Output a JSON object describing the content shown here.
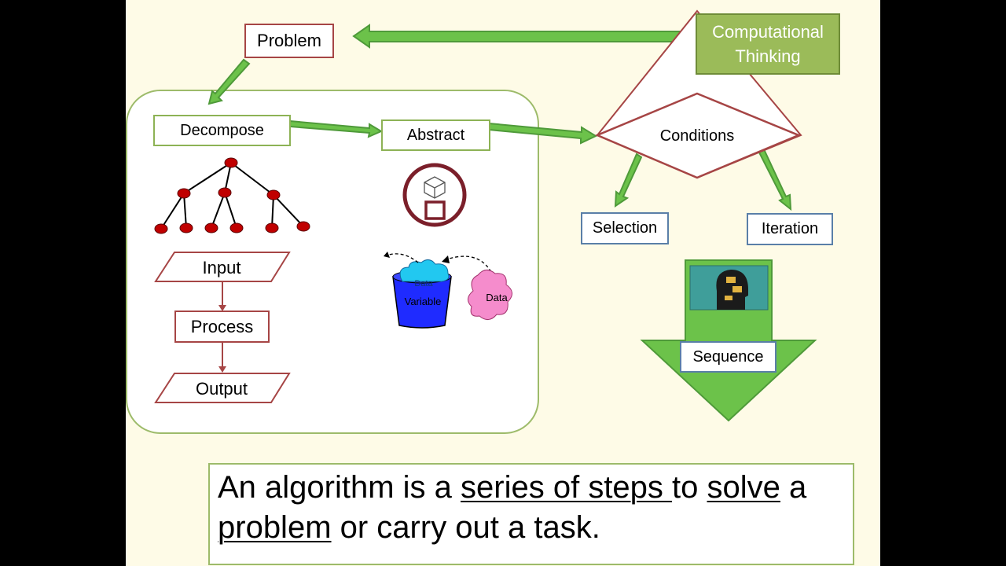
{
  "diagram": {
    "computational_thinking": [
      "Computational",
      "Thinking"
    ],
    "problem": "Problem",
    "decompose": "Decompose",
    "abstract": "Abstract",
    "conditions": "Conditions",
    "selection": "Selection",
    "iteration": "Iteration",
    "sequence": "Sequence",
    "input": "Input",
    "process": "Process",
    "output": "Output",
    "variable": "Variable",
    "data_cloud": "Data",
    "data": "Data"
  },
  "statement": {
    "part1": "An algorithm is a ",
    "u1": "series of steps ",
    "part2": "to ",
    "u2": "solve",
    "part3": " a ",
    "u3": "problem",
    "part4": " or carry out a task."
  },
  "colors": {
    "arrow_green": "#6cc24a",
    "arrow_outline": "#4f9a3a",
    "box_red": "#a64545",
    "box_blue": "#5a7fa8",
    "panel_green": "#9dbb6a",
    "ct_fill": "#9bbb59",
    "node_red": "#c00000",
    "bucket_blue": "#1f2bff",
    "cloud_cyan": "#22c8f0",
    "blob_pink": "#f58ccc"
  }
}
